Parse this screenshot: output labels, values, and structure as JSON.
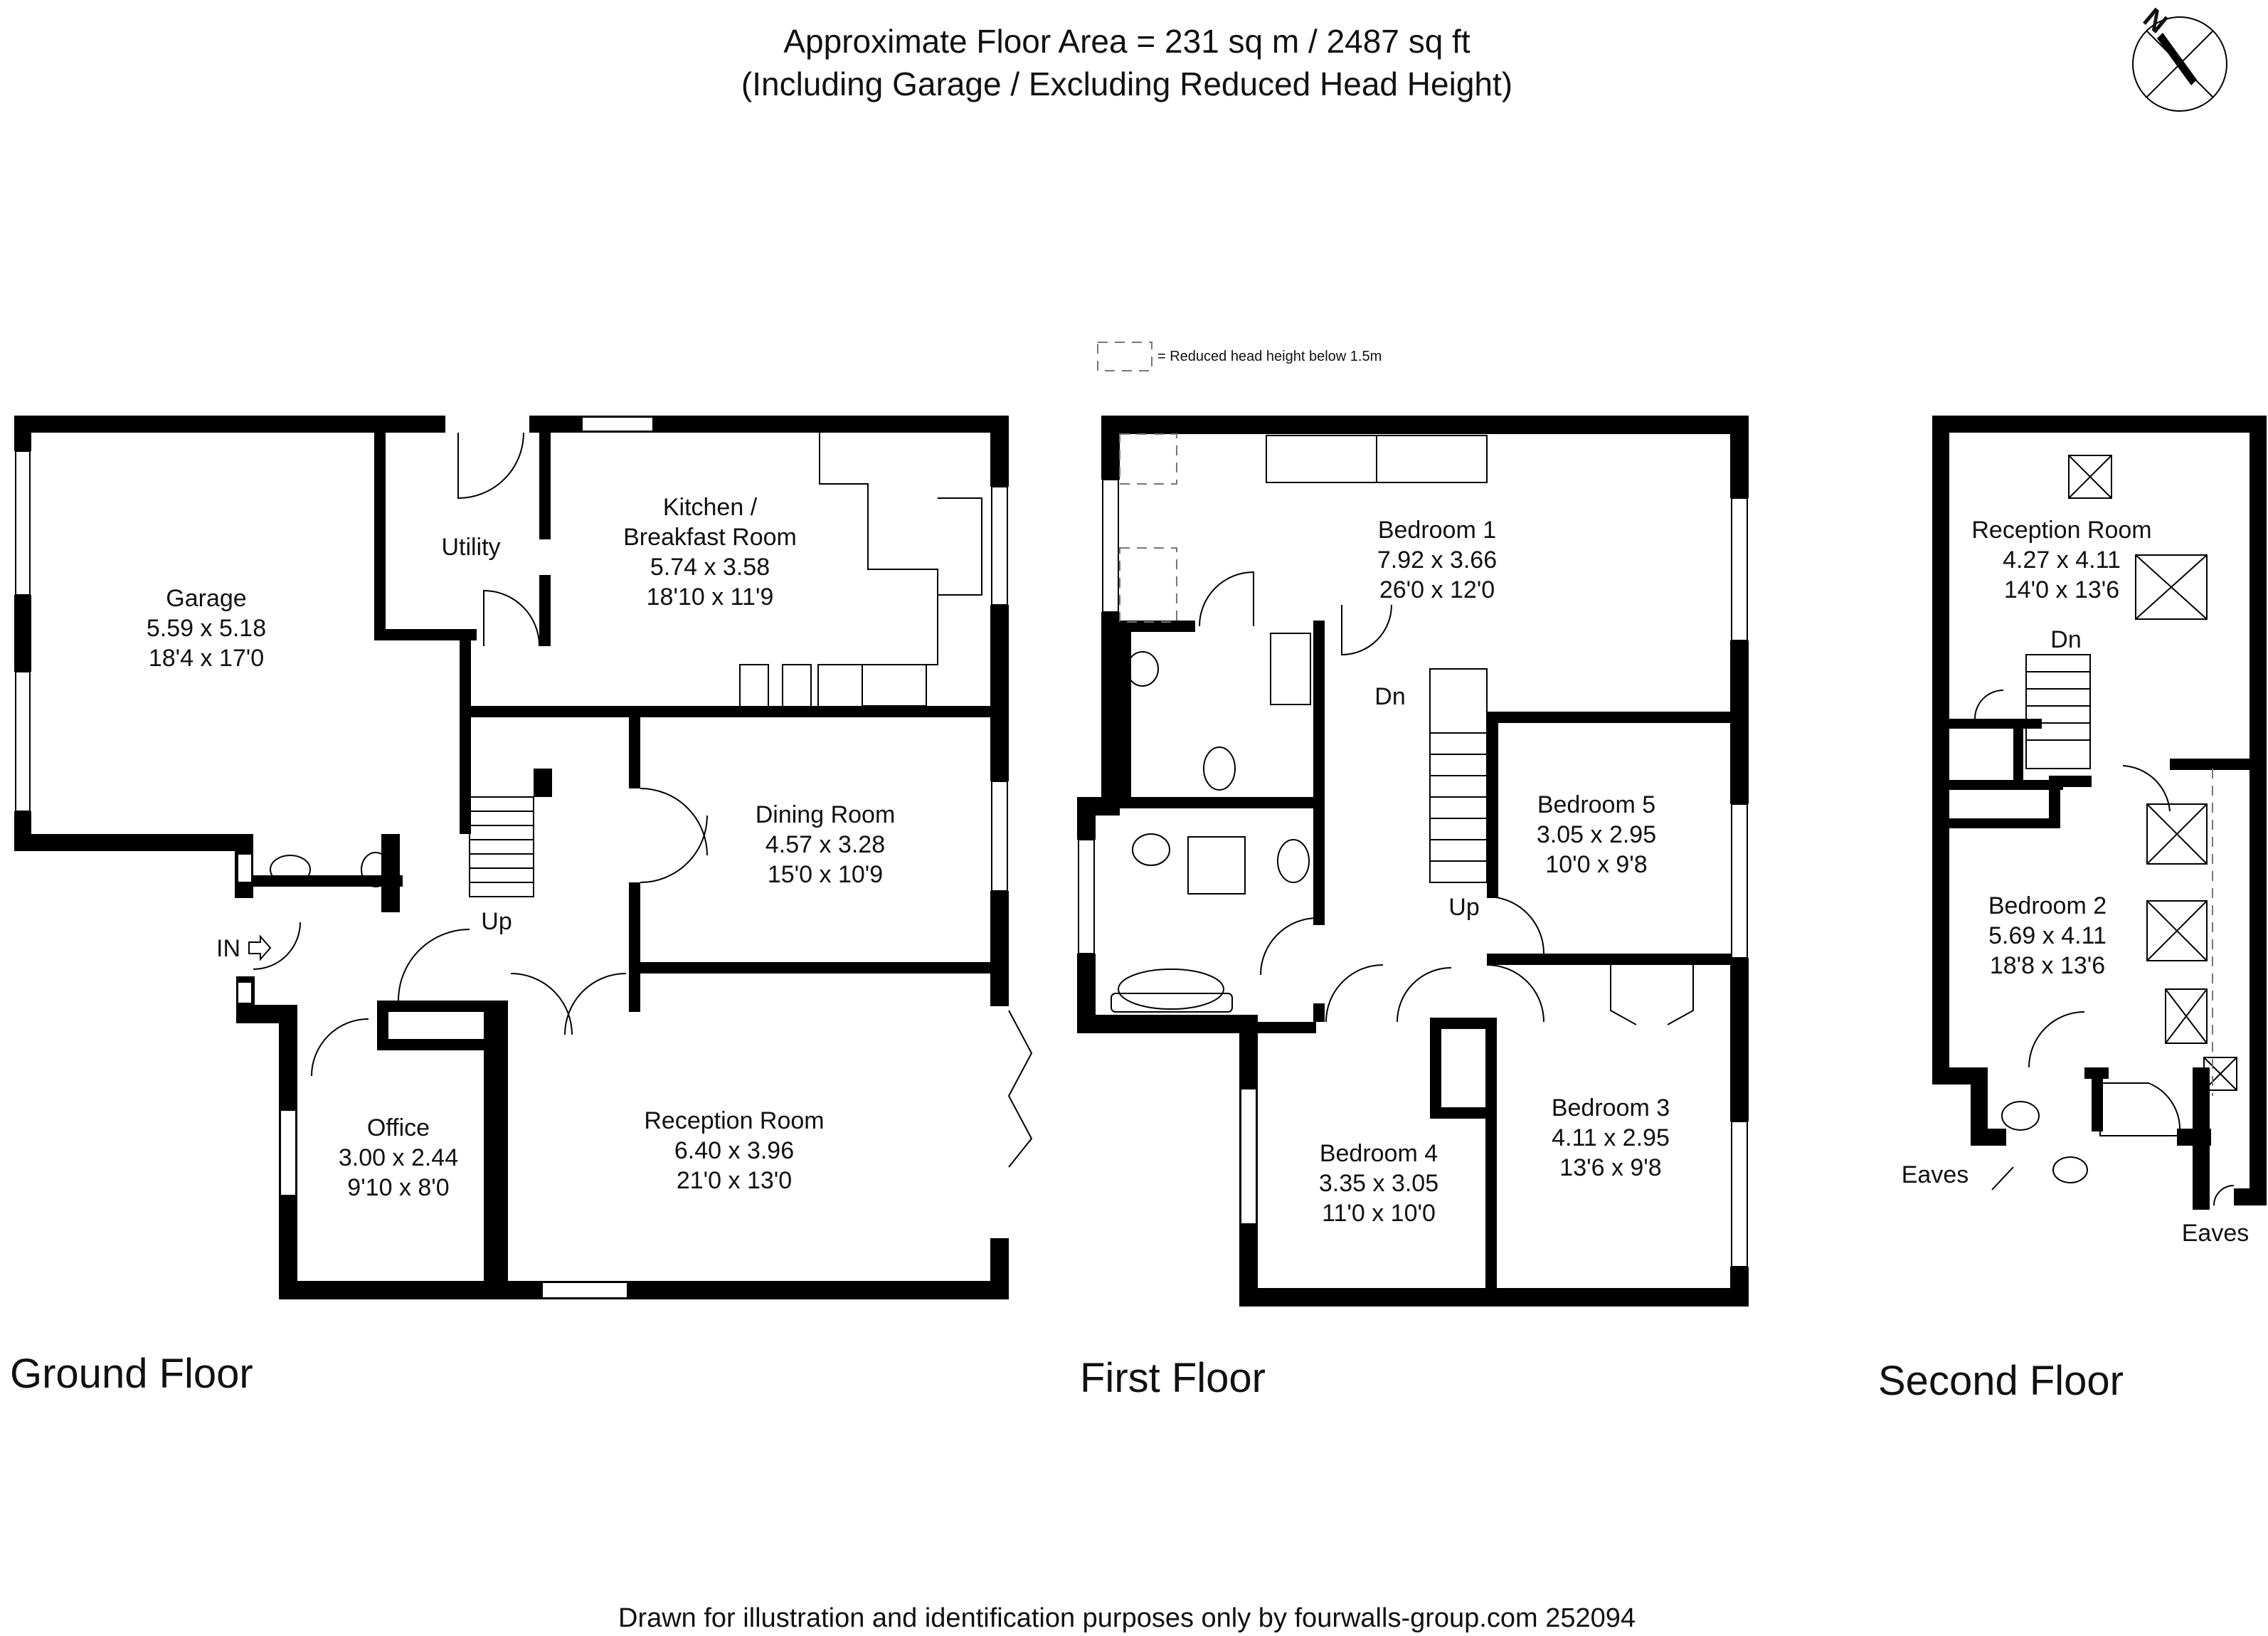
{
  "header": {
    "line1": "Approximate Floor Area = 231 sq m / 2487 sq ft",
    "line2": "(Including Garage / Excluding Reduced Head Height)"
  },
  "legend": {
    "text": "= Reduced head height below 1.5m"
  },
  "compass": {
    "label": "N",
    "icon": "compass-north-icon"
  },
  "floors": {
    "ground": "Ground Floor",
    "first": "First Floor",
    "second": "Second Floor"
  },
  "rooms": {
    "garage": {
      "name": "Garage",
      "metric": "5.59 x 5.18",
      "imperial": "18'4 x 17'0"
    },
    "utility": {
      "name": "Utility"
    },
    "kitchen": {
      "name1": "Kitchen /",
      "name2": "Breakfast Room",
      "metric": "5.74 x 3.58",
      "imperial": "18'10 x 11'9"
    },
    "dining": {
      "name": "Dining Room",
      "metric": "4.57 x 3.28",
      "imperial": "15'0 x 10'9"
    },
    "office": {
      "name": "Office",
      "metric": "3.00 x 2.44",
      "imperial": "9'10 x 8'0"
    },
    "reception_ground": {
      "name": "Reception Room",
      "metric": "6.40 x 3.96",
      "imperial": "21'0 x 13'0"
    },
    "bedroom1": {
      "name": "Bedroom 1",
      "metric": "7.92 x 3.66",
      "imperial": "26'0 x 12'0"
    },
    "bedroom5": {
      "name": "Bedroom 5",
      "metric": "3.05 x 2.95",
      "imperial": "10'0 x 9'8"
    },
    "bedroom4": {
      "name": "Bedroom 4",
      "metric": "3.35 x 3.05",
      "imperial": "11'0 x 10'0"
    },
    "bedroom3": {
      "name": "Bedroom 3",
      "metric": "4.11 x 2.95",
      "imperial": "13'6 x 9'8"
    },
    "reception_second": {
      "name": "Reception Room",
      "metric": "4.27 x 4.11",
      "imperial": "14'0 x 13'6"
    },
    "bedroom2": {
      "name": "Bedroom 2",
      "metric": "5.69 x 4.11",
      "imperial": "18'8 x 13'6"
    }
  },
  "markers": {
    "in": "IN",
    "up": "Up",
    "dn": "Dn",
    "eaves": "Eaves"
  },
  "footer": {
    "text": "Drawn for illustration and identification purposes only by fourwalls-group.com 252094"
  }
}
